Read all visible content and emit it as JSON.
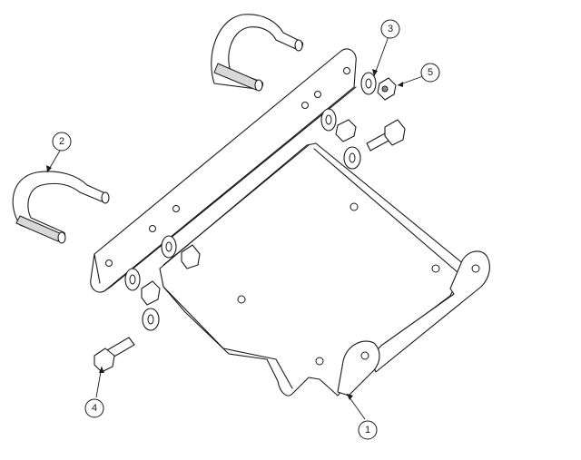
{
  "balloons": [
    {
      "id": "1",
      "label": "1"
    },
    {
      "id": "2",
      "label": "2"
    },
    {
      "id": "3",
      "label": "3"
    },
    {
      "id": "4",
      "label": "4"
    },
    {
      "id": "5",
      "label": "5"
    }
  ],
  "colors": {
    "line": "#1a1a1a",
    "background": "#ffffff",
    "shade": "#d8d8d8"
  }
}
